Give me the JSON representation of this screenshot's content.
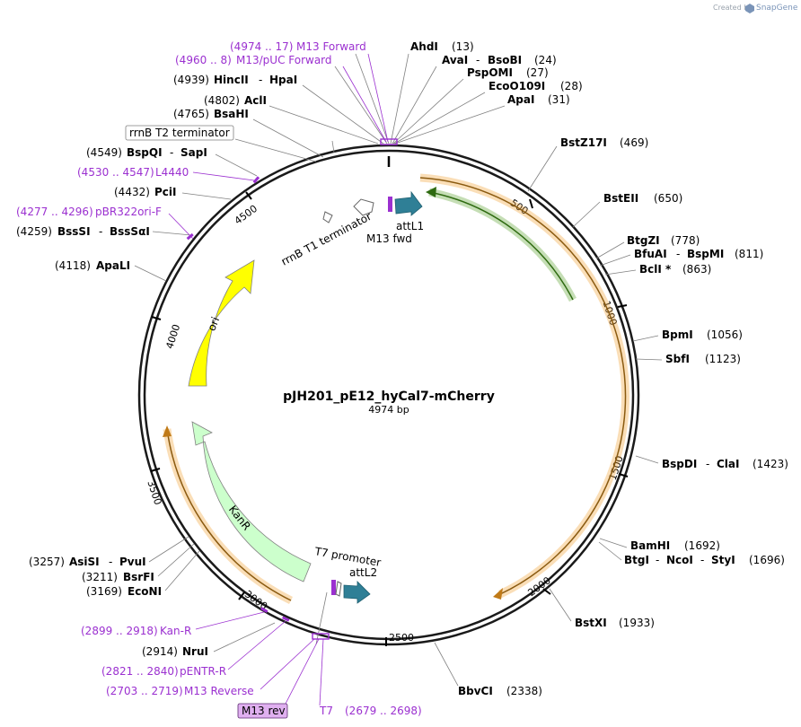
{
  "plasmid": {
    "name": "pJH201_pE12_hyCal7-mCherry",
    "length": 4974,
    "length_label": "4974 bp"
  },
  "credit": {
    "created_by": "Created by",
    "brand": "SnapGene"
  },
  "ticks": [
    "500",
    "1000",
    "1500",
    "2000",
    "2500",
    "3000",
    "3500",
    "4000",
    "4500"
  ],
  "enzymes": [
    {
      "name": "AhdI",
      "pos": "(13)"
    },
    {
      "name": "AvaI",
      "alt": "BsoBI",
      "pos": "(24)"
    },
    {
      "name": "PspOMI",
      "pos": "(27)"
    },
    {
      "name": "EcoO109I",
      "pos": "(28)"
    },
    {
      "name": "ApaI",
      "pos": "(31)"
    },
    {
      "name": "BstZ17I",
      "pos": "(469)"
    },
    {
      "name": "BstEII",
      "pos": "(650)"
    },
    {
      "name": "BtgZI",
      "pos": "(778)"
    },
    {
      "name": "BfuAI",
      "alt": "BspMI",
      "pos": "(811)"
    },
    {
      "name": "BclI *",
      "pos": "(863)"
    },
    {
      "name": "BpmI",
      "pos": "(1056)"
    },
    {
      "name": "SbfI",
      "pos": "(1123)"
    },
    {
      "name": "BspDI",
      "alt": "ClaI",
      "pos": "(1423)"
    },
    {
      "name": "BamHI",
      "pos": "(1692)"
    },
    {
      "name": "BtgI",
      "alt": "NcoI",
      "alt2": "StyI",
      "pos": "(1696)"
    },
    {
      "name": "BstXI",
      "pos": "(1933)"
    },
    {
      "name": "BbvCI",
      "pos": "(2338)"
    },
    {
      "name": "NruI",
      "pos": "(2914)"
    },
    {
      "name": "EcoNI",
      "pos": "(3169)"
    },
    {
      "name": "BsrFI",
      "pos": "(3211)"
    },
    {
      "name": "AsiSI",
      "alt": "PvuI",
      "pos": "(3257)"
    },
    {
      "name": "ApaLI",
      "pos": "(4118)"
    },
    {
      "name": "BssSI",
      "alt": "BssSαI",
      "pos": "(4259)"
    },
    {
      "name": "PciI",
      "pos": "(4432)"
    },
    {
      "name": "BspQI",
      "alt": "SapI",
      "pos": "(4549)"
    },
    {
      "name": "BsaHI",
      "pos": "(4765)"
    },
    {
      "name": "AclI",
      "pos": "(4802)"
    },
    {
      "name": "HincII",
      "alt": "HpaI",
      "pos": "(4939)"
    }
  ],
  "primers": [
    {
      "name": "M13 Forward",
      "range": "(4974 .. 17)"
    },
    {
      "name": "M13/pUC Forward",
      "range": "(4960 .. 8)"
    },
    {
      "name": "L4440",
      "range": "(4530 .. 4547)"
    },
    {
      "name": "pBR322ori-F",
      "range": "(4277 .. 4296)"
    },
    {
      "name": "Kan-R",
      "range": "(2899 .. 2918)"
    },
    {
      "name": "pENTR-R",
      "range": "(2821 .. 2840)"
    },
    {
      "name": "M13 Reverse",
      "range": "(2703 .. 2719)"
    },
    {
      "name": "M13 rev",
      "range": ""
    },
    {
      "name": "T7",
      "range": "(2679 .. 2698)"
    }
  ],
  "features": {
    "rrnB_T2": "rrnB T2 terminator",
    "rrnB_T1": "rrnB T1 terminator",
    "attL1": "attL1",
    "m13_fwd": "M13 fwd",
    "t7_promoter": "T7 promoter",
    "attL2": "attL2",
    "ori": "ori",
    "kanR": "KanR"
  },
  "colors": {
    "backbone": "#1a1a1a",
    "orf_orange": "#f0a030",
    "orf_green": "#5aa02c",
    "ori_yellow": "#ffff00",
    "kanr_green": "#ccffcc",
    "att_teal": "#2f7f96",
    "primer_purple": "#9b30d0",
    "m13_box": "#e0b0f0"
  }
}
